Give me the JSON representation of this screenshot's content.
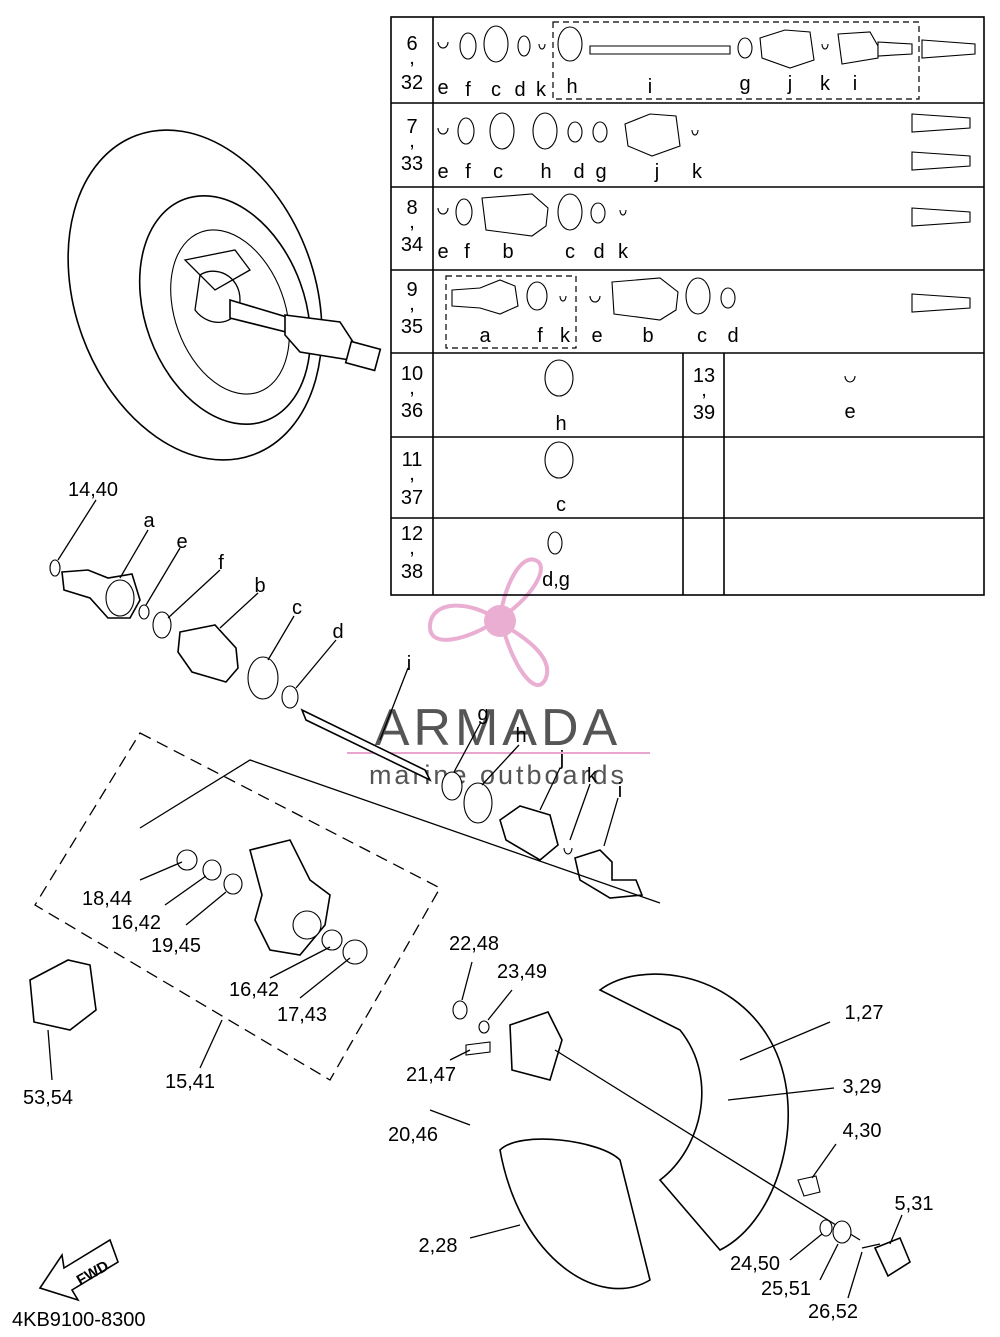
{
  "diagram": {
    "code": "4KB9100-8300",
    "fwd_label": "FWD"
  },
  "watermark": {
    "brand": "ARMADA",
    "tagline": "marine outboards",
    "pink": "#e8a6cf"
  },
  "table": {
    "rows": [
      {
        "num_top": "6",
        "num_bottom": "32",
        "letters": [
          "e",
          "f",
          "c",
          "d",
          "k",
          "h",
          "i",
          "g",
          "j",
          "k",
          "i"
        ]
      },
      {
        "num_top": "7",
        "num_bottom": "33",
        "letters": [
          "e",
          "f",
          "c",
          "h",
          "d",
          "g",
          "j",
          "k"
        ]
      },
      {
        "num_top": "8",
        "num_bottom": "34",
        "letters": [
          "e",
          "f",
          "b",
          "c",
          "d",
          "k"
        ]
      },
      {
        "num_top": "9",
        "num_bottom": "35",
        "letters": [
          "a",
          "f",
          "k",
          "e",
          "b",
          "c",
          "d"
        ]
      },
      {
        "num_top": "10",
        "num_bottom": "36",
        "letter": "h",
        "right_top": "13",
        "right_bottom": "39",
        "right_letter": "e"
      },
      {
        "num_top": "11",
        "num_bottom": "37",
        "letter": "c"
      },
      {
        "num_top": "12",
        "num_bottom": "38",
        "letter": "d,g"
      }
    ]
  },
  "callouts": {
    "p14_40": "14,40",
    "a": "a",
    "e": "e",
    "f": "f",
    "b": "b",
    "c": "c",
    "d": "d",
    "i_top": "i",
    "g": "g",
    "h": "h",
    "j": "j",
    "k": "k",
    "i_bottom": "i",
    "p18_44": "18,44",
    "p16_42a": "16,42",
    "p19_45": "19,45",
    "p16_42b": "16,42",
    "p17_43": "17,43",
    "p53_54": "53,54",
    "p15_41": "15,41",
    "p22_48": "22,48",
    "p23_49": "23,49",
    "p21_47": "21,47",
    "p20_46": "20,46",
    "p1_27": "1,27",
    "p3_29": "3,29",
    "p4_30": "4,30",
    "p5_31": "5,31",
    "p2_28": "2,28",
    "p24_50": "24,50",
    "p25_51": "25,51",
    "p26_52": "26,52"
  }
}
